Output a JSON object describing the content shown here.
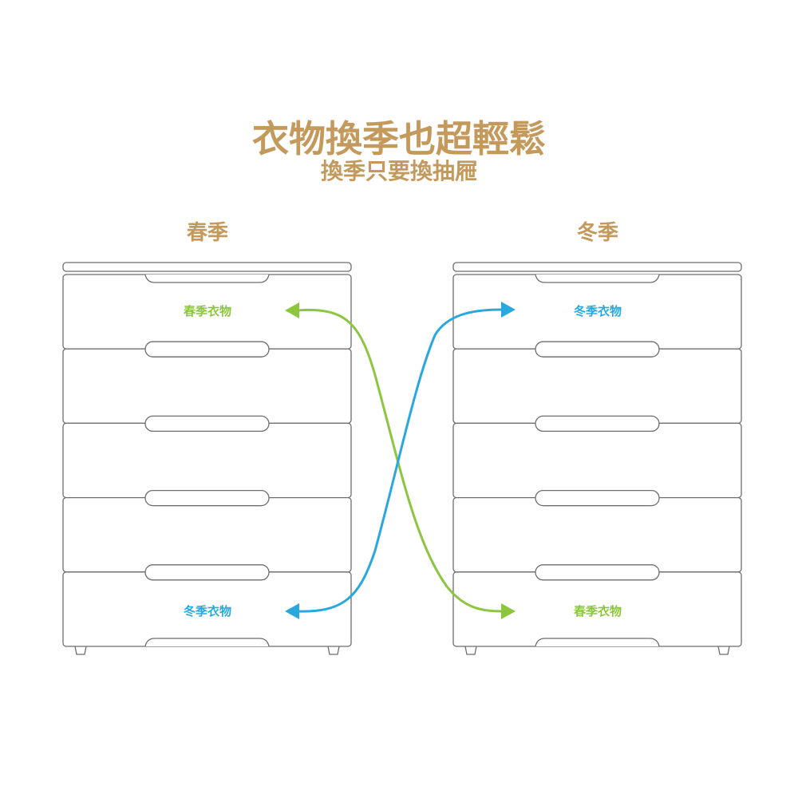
{
  "title": "衣物換季也超輕鬆",
  "subtitle": "換季只要換抽屜",
  "left_chest": {
    "season": "春季",
    "top_drawer_label": "春季衣物",
    "bottom_drawer_label": "冬季衣物"
  },
  "right_chest": {
    "season": "冬季",
    "top_drawer_label": "冬季衣物",
    "bottom_drawer_label": "春季衣物"
  },
  "colors": {
    "accent": "#c49a5c",
    "spring": "#8cc63f",
    "winter": "#29a8e0",
    "outline": "#6e6e6e"
  },
  "drawer_count": 5
}
